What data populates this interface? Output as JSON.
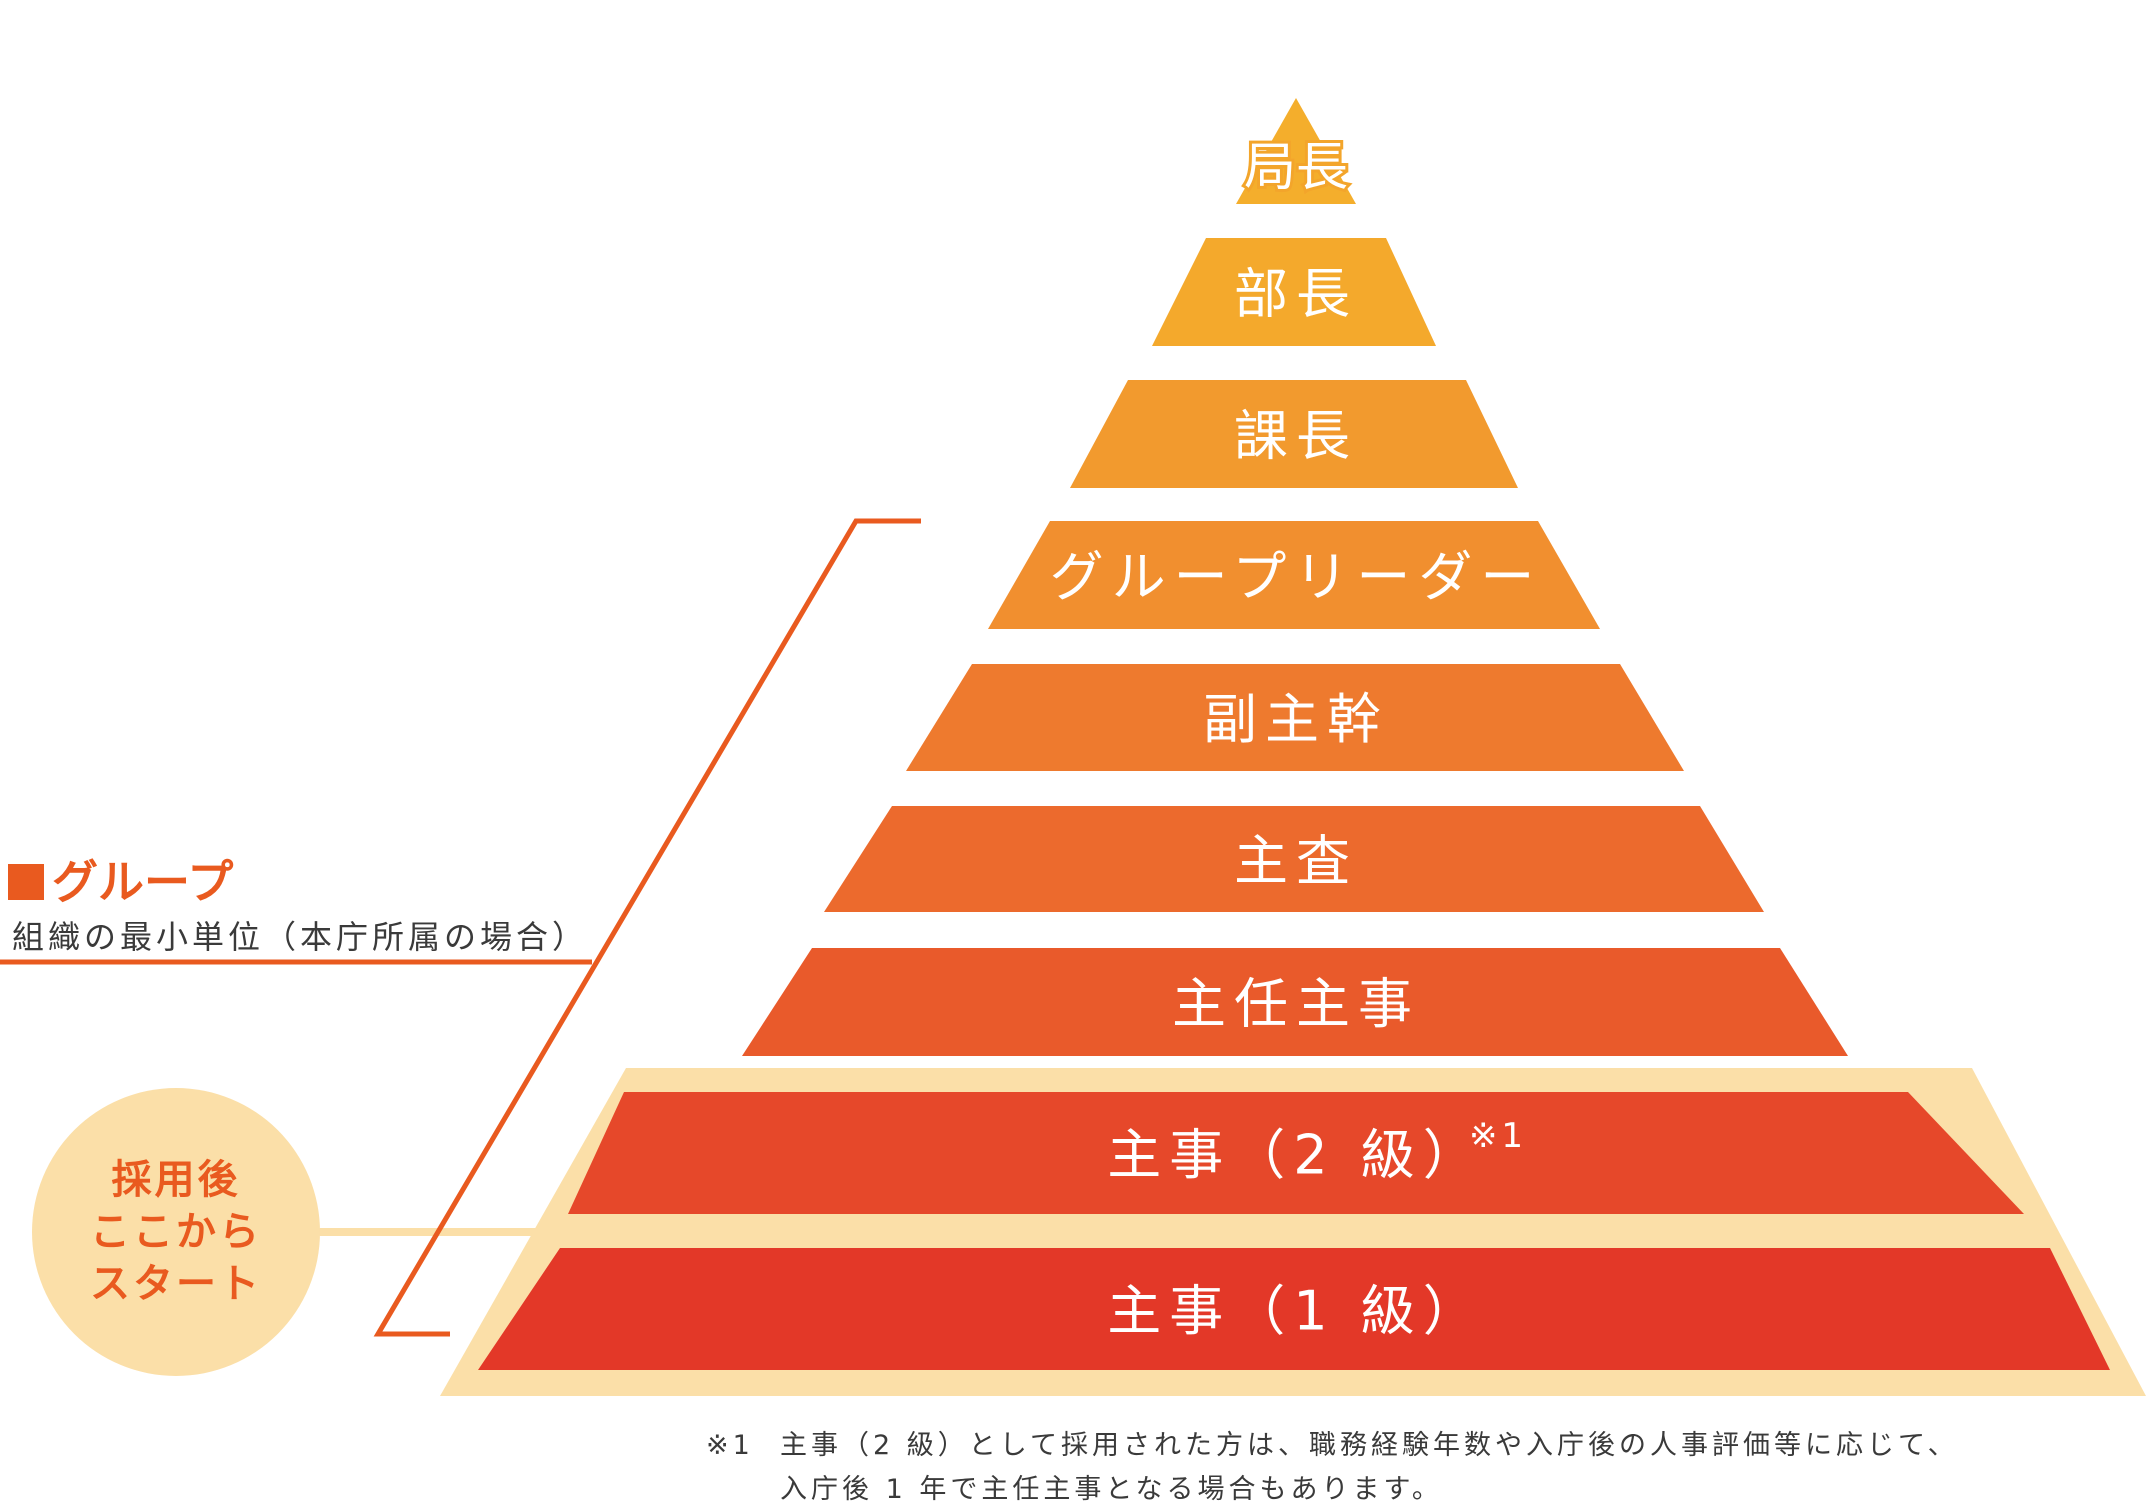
{
  "pyramid": {
    "tiers": [
      {
        "label": "局長",
        "color": "#f4ae2c"
      },
      {
        "label": "部長",
        "color": "#f4a92c"
      },
      {
        "label": "課長",
        "color": "#f29a2e"
      },
      {
        "label": "グループリーダー",
        "color": "#f18f2f"
      },
      {
        "label": "副主幹",
        "color": "#ee7a2e"
      },
      {
        "label": "主査",
        "color": "#ec6a2d"
      },
      {
        "label": "主任主事",
        "color": "#e95a2b"
      },
      {
        "label": "主事（2 級）",
        "sup": "※1",
        "color": "#e6482a"
      },
      {
        "label": "主事（1 級）",
        "color": "#e33828"
      }
    ],
    "highlight_color": "#fbdfa8",
    "bracket_color": "#e95a1f"
  },
  "group": {
    "title": "グループ",
    "description": "組織の最小単位（本庁所属の場合）"
  },
  "start_badge": {
    "lines": [
      "採用後",
      "ここから",
      "スタート"
    ]
  },
  "footnote": {
    "mark": "※1",
    "line1": "主事（2 級）として採用された方は、職務経験年数や入庁後の人事評価等に応じて、",
    "line2": "入庁後 1 年で主任主事となる場合もあります。"
  }
}
